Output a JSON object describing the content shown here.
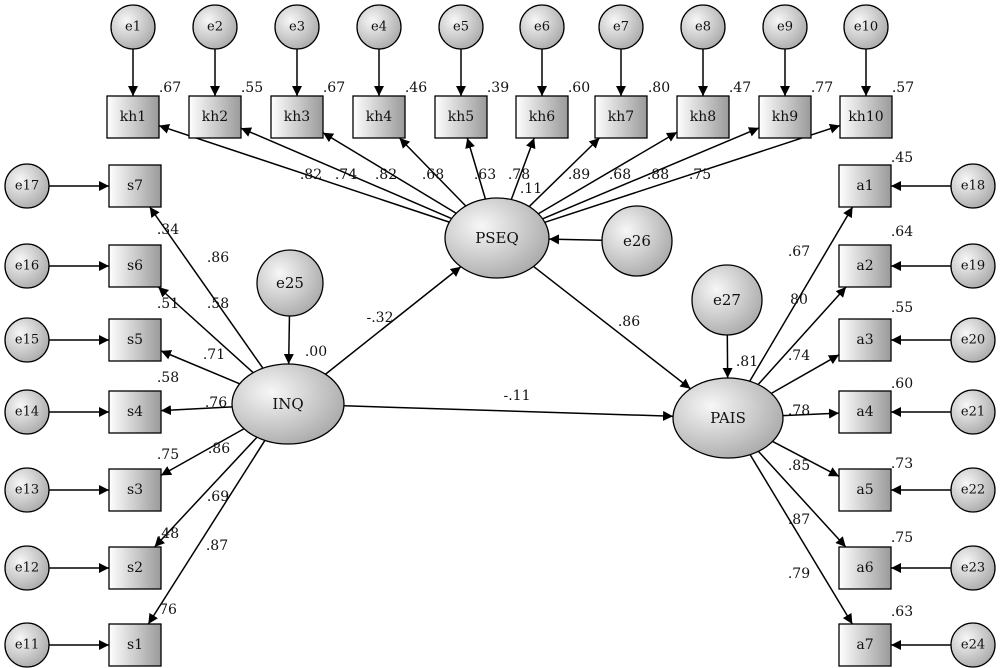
{
  "nodes": [
    {
      "id": "e1",
      "shape": "circle"
    },
    {
      "id": "e2",
      "shape": "circle"
    },
    {
      "id": "e3",
      "shape": "circle"
    },
    {
      "id": "e4",
      "shape": "circle"
    },
    {
      "id": "e5",
      "shape": "circle"
    },
    {
      "id": "e6",
      "shape": "circle"
    },
    {
      "id": "e7",
      "shape": "circle"
    },
    {
      "id": "e8",
      "shape": "circle"
    },
    {
      "id": "e9",
      "shape": "circle"
    },
    {
      "id": "e10",
      "shape": "circle"
    },
    {
      "id": "kh1",
      "shape": "box"
    },
    {
      "id": "kh2",
      "shape": "box"
    },
    {
      "id": "kh3",
      "shape": "box"
    },
    {
      "id": "kh4",
      "shape": "box"
    },
    {
      "id": "kh5",
      "shape": "box"
    },
    {
      "id": "kh6",
      "shape": "box"
    },
    {
      "id": "kh7",
      "shape": "box"
    },
    {
      "id": "kh8",
      "shape": "box"
    },
    {
      "id": "kh9",
      "shape": "box"
    },
    {
      "id": "kh10",
      "shape": "box"
    },
    {
      "id": "e17",
      "shape": "circle"
    },
    {
      "id": "e16",
      "shape": "circle"
    },
    {
      "id": "e15",
      "shape": "circle"
    },
    {
      "id": "e14",
      "shape": "circle"
    },
    {
      "id": "e13",
      "shape": "circle"
    },
    {
      "id": "e12",
      "shape": "circle"
    },
    {
      "id": "e11",
      "shape": "circle"
    },
    {
      "id": "s7",
      "shape": "box"
    },
    {
      "id": "s6",
      "shape": "box"
    },
    {
      "id": "s5",
      "shape": "box"
    },
    {
      "id": "s4",
      "shape": "box"
    },
    {
      "id": "s3",
      "shape": "box"
    },
    {
      "id": "s2",
      "shape": "box"
    },
    {
      "id": "s1",
      "shape": "box"
    },
    {
      "id": "a1",
      "shape": "box"
    },
    {
      "id": "a2",
      "shape": "box"
    },
    {
      "id": "a3",
      "shape": "box"
    },
    {
      "id": "a4",
      "shape": "box"
    },
    {
      "id": "a5",
      "shape": "box"
    },
    {
      "id": "a6",
      "shape": "box"
    },
    {
      "id": "a7",
      "shape": "box"
    },
    {
      "id": "e18",
      "shape": "circle"
    },
    {
      "id": "e19",
      "shape": "circle"
    },
    {
      "id": "e20",
      "shape": "circle"
    },
    {
      "id": "e21",
      "shape": "circle"
    },
    {
      "id": "e22",
      "shape": "circle"
    },
    {
      "id": "e23",
      "shape": "circle"
    },
    {
      "id": "e24",
      "shape": "circle"
    },
    {
      "id": "PSEQ",
      "shape": "ellipse"
    },
    {
      "id": "INQ",
      "shape": "ellipse"
    },
    {
      "id": "PAIS",
      "shape": "ellipse"
    },
    {
      "id": "e25",
      "shape": "circle"
    },
    {
      "id": "e26",
      "shape": "circle"
    },
    {
      "id": "e27",
      "shape": "circle"
    }
  ],
  "edges": [
    {
      "from": "e1",
      "to": "kh1"
    },
    {
      "from": "e2",
      "to": "kh2"
    },
    {
      "from": "e3",
      "to": "kh3"
    },
    {
      "from": "e4",
      "to": "kh4"
    },
    {
      "from": "e5",
      "to": "kh5"
    },
    {
      "from": "e6",
      "to": "kh6"
    },
    {
      "from": "e7",
      "to": "kh7"
    },
    {
      "from": "e8",
      "to": "kh8"
    },
    {
      "from": "e9",
      "to": "kh9"
    },
    {
      "from": "e10",
      "to": "kh10"
    },
    {
      "from": "PSEQ",
      "to": "kh1"
    },
    {
      "from": "PSEQ",
      "to": "kh2"
    },
    {
      "from": "PSEQ",
      "to": "kh3"
    },
    {
      "from": "PSEQ",
      "to": "kh4"
    },
    {
      "from": "PSEQ",
      "to": "kh5"
    },
    {
      "from": "PSEQ",
      "to": "kh6"
    },
    {
      "from": "PSEQ",
      "to": "kh7"
    },
    {
      "from": "PSEQ",
      "to": "kh8"
    },
    {
      "from": "PSEQ",
      "to": "kh9"
    },
    {
      "from": "PSEQ",
      "to": "kh10"
    },
    {
      "from": "e17",
      "to": "s7"
    },
    {
      "from": "e16",
      "to": "s6"
    },
    {
      "from": "e15",
      "to": "s5"
    },
    {
      "from": "e14",
      "to": "s4"
    },
    {
      "from": "e13",
      "to": "s3"
    },
    {
      "from": "e12",
      "to": "s2"
    },
    {
      "from": "e11",
      "to": "s1"
    },
    {
      "from": "INQ",
      "to": "s7"
    },
    {
      "from": "INQ",
      "to": "s6"
    },
    {
      "from": "INQ",
      "to": "s5"
    },
    {
      "from": "INQ",
      "to": "s4"
    },
    {
      "from": "INQ",
      "to": "s3"
    },
    {
      "from": "INQ",
      "to": "s2"
    },
    {
      "from": "INQ",
      "to": "s1"
    },
    {
      "from": "e18",
      "to": "a1"
    },
    {
      "from": "e19",
      "to": "a2"
    },
    {
      "from": "e20",
      "to": "a3"
    },
    {
      "from": "e21",
      "to": "a4"
    },
    {
      "from": "e22",
      "to": "a5"
    },
    {
      "from": "e23",
      "to": "a6"
    },
    {
      "from": "e24",
      "to": "a7"
    },
    {
      "from": "PAIS",
      "to": "a1"
    },
    {
      "from": "PAIS",
      "to": "a2"
    },
    {
      "from": "PAIS",
      "to": "a3"
    },
    {
      "from": "PAIS",
      "to": "a4"
    },
    {
      "from": "PAIS",
      "to": "a5"
    },
    {
      "from": "PAIS",
      "to": "a6"
    },
    {
      "from": "PAIS",
      "to": "a7"
    },
    {
      "from": "e25",
      "to": "INQ"
    },
    {
      "from": "e26",
      "to": "PSEQ"
    },
    {
      "from": "e27",
      "to": "PAIS"
    },
    {
      "from": "INQ",
      "to": "PSEQ"
    },
    {
      "from": "INQ",
      "to": "PAIS"
    },
    {
      "from": "PSEQ",
      "to": "PAIS"
    }
  ],
  "labels": [
    ".67",
    ".55",
    ".67",
    ".46",
    ".39",
    ".60",
    ".80",
    ".47",
    ".77",
    ".57",
    ".82",
    ".74",
    ".82",
    ".68",
    ".63",
    ".78",
    ".11",
    ".89",
    ".68",
    ".88",
    ".75",
    ".34",
    ".51",
    ".58",
    ".75",
    ".48",
    "76",
    ".86",
    ".58",
    ".71",
    ".76",
    ".86",
    ".69",
    ".87",
    ".00",
    "-.32",
    "-.11",
    ".86",
    ".45",
    ".64",
    ".55",
    ".60",
    ".73",
    ".75",
    ".63",
    ".67",
    "80",
    ".74",
    ".78",
    ".85",
    ".87",
    ".79",
    ".81"
  ]
}
